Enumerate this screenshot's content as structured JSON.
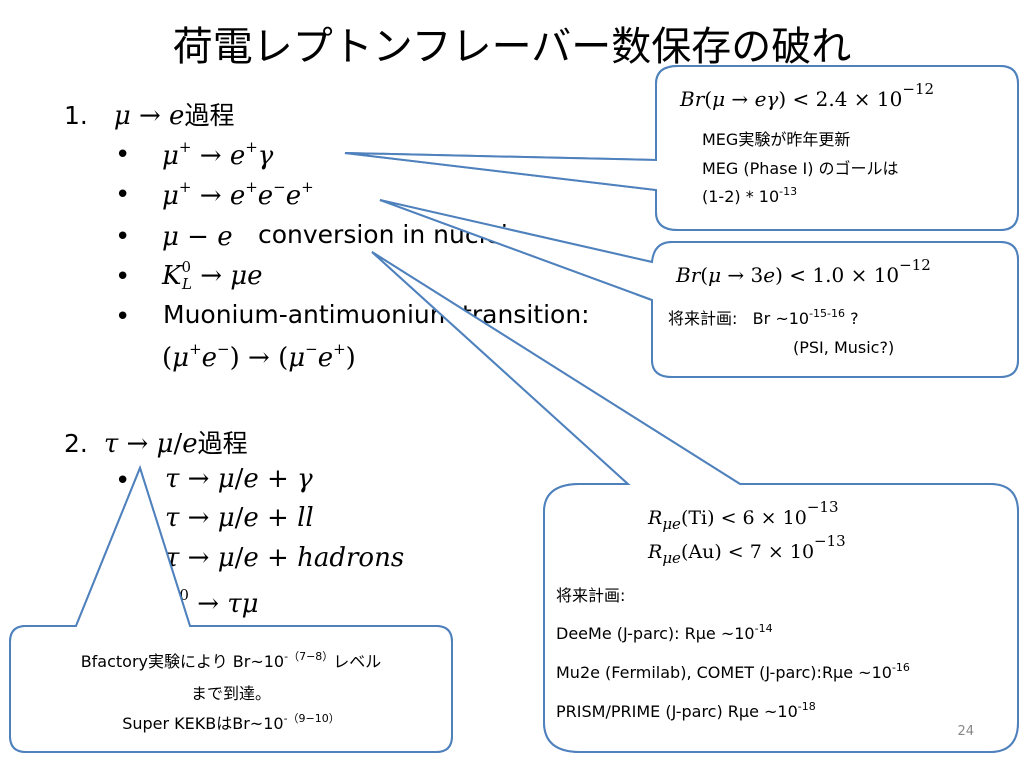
{
  "title": "荷電レプトンフレーバー数保存の破れ",
  "section1": {
    "number": "1.",
    "process": "過程",
    "bullet4_text": "conversion in nuclei",
    "bullet6_text": "Muonium-antimuonium transition:"
  },
  "section2": {
    "number": "2.",
    "process": "過程",
    "sub_suffix": "hadrons"
  },
  "callout_top": {
    "line1": "MEG実験が昨年更新",
    "line2": "MEG (Phase I) のゴールは",
    "line3_base": " (1-2) * 10",
    "line3_exp": "-13",
    "limit_value": "2.4",
    "limit_exp": "−12"
  },
  "callout_mid": {
    "limit_value": "1.0",
    "limit_exp": "−12",
    "plan_label": "将来計画:",
    "plan_text": "Br ~10",
    "plan_exp": "-15-16",
    "plan_q": " ?",
    "plan_line2": "(PSI, Music?)"
  },
  "callout_right": {
    "ti_label": "Ti",
    "ti_value": "6",
    "ti_exp": "−13",
    "au_label": "Au",
    "au_value": "7",
    "au_exp": "−13",
    "plan_label": "将来計画:",
    "line1_text": "DeeMe (J-parc): Rμe ~10",
    "line1_exp": "-14",
    "line2_text": "Mu2e (Fermilab), COMET (J-parc):Rμe ~10",
    "line2_exp": "-16",
    "line3_text": "PRISM/PRIME (J-parc)   Rμe ~10",
    "line3_exp": "-18"
  },
  "callout_left": {
    "line1_a": "Bfactory実験により Br~10",
    "line1_exp": "-（7−8）",
    "line1_b": "レベル",
    "line2": "まで到達。",
    "line3_a": "Super KEKBはBr~10",
    "line3_exp": "-（9−10）"
  },
  "page_number": "24",
  "colors": {
    "callout_border": "#4f81bd",
    "callout_fill": "#ffffff"
  }
}
